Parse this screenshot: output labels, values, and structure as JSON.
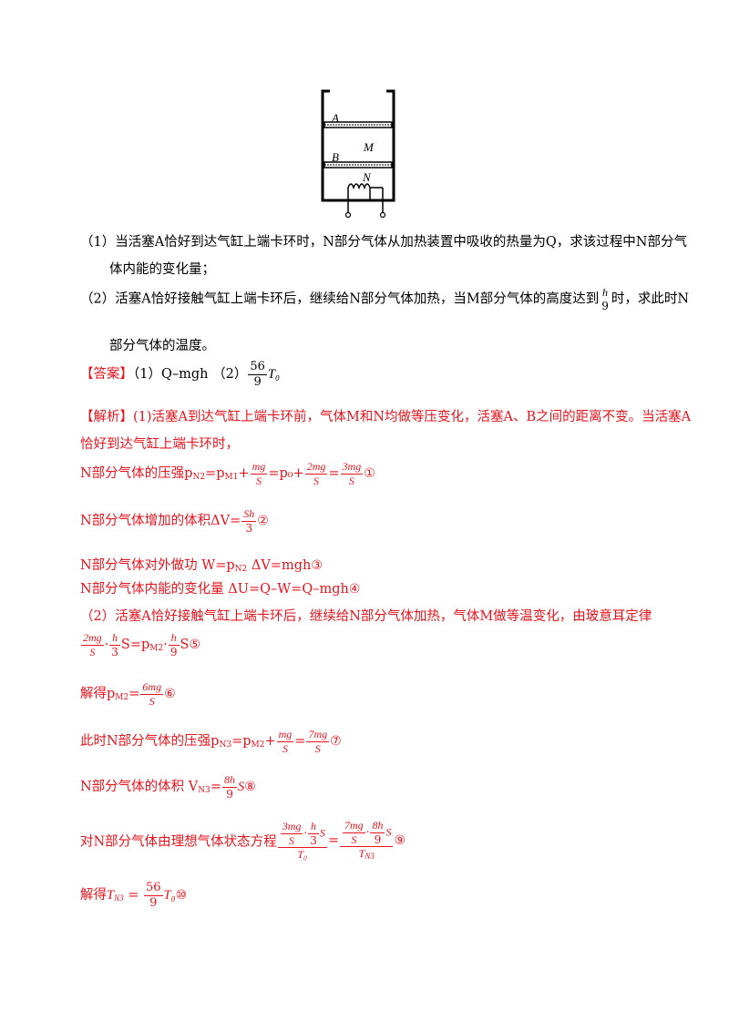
{
  "figure": {
    "label_A": "A",
    "label_M": "M",
    "label_B": "B",
    "label_N": "N"
  },
  "question": {
    "q1_line1": "（1）当活塞A恰好到达气缸上端卡环时，N部分气体从加热装置中吸收的热量为Q，求该过程中N部分气",
    "q1_line2": "体内能的变化量；",
    "q2_part1": "（2）活塞A恰好接触气缸上端卡环后，继续给N部分气体加热，当M部分气体的高度达到",
    "q2_h": "h",
    "q2_9": "9",
    "q2_part2": "时，求此时N",
    "q2_line2": "部分气体的温度。"
  },
  "answer": {
    "tag": "【答案】",
    "text1": "（1）Q–mgh （2）",
    "num": "56",
    "den": "9",
    "tail": "T₀"
  },
  "analysis": {
    "tag": "【解析】",
    "p1_line1": "(1)活塞A到达气缸上端卡环前，气体M和N均做等压变化，活塞A、B之间的距离不变。当活塞A",
    "p1_line2": "恰好到达气缸上端卡环时，",
    "eq1_text": "N部分气体的压强p",
    "eq1_sub": "N2",
    "eq1_mid": "=p",
    "eq1_sub2": "M1",
    "eq1_plus": "+",
    "eq1_f1n": "mg",
    "eq1_f1d": "S",
    "eq1_mid2": "=p₀+",
    "eq1_f2n": "2mg",
    "eq1_f2d": "S",
    "eq1_eq": "=",
    "eq1_f3n": "3mg",
    "eq1_f3d": "S",
    "eq1_c": "①",
    "eq2_text": "N部分气体增加的体积ΔV=",
    "eq2_fn": "Sh",
    "eq2_fd": "3",
    "eq2_c": "②",
    "eq3_text": "N部分气体对外做功 W=p",
    "eq3_sub": "N2",
    "eq3_tail": " ΔV=mgh",
    "eq3_c": "③",
    "eq4_text": "N部分气体内能的变化量 ΔU=Q–W=Q–mgh",
    "eq4_c": "④",
    "p2_line1": "（2）活塞A恰好接触气缸上端卡环后，继续给N部分气体加热，气体M做等温变化，由玻意耳定律",
    "eq5_f1n": "2mg",
    "eq5_f1d": "S",
    "eq5_dot": "·",
    "eq5_f2n": "h",
    "eq5_f2d": "3",
    "eq5_mid": "S=p",
    "eq5_sub": "M2",
    "eq5_dot2": "·",
    "eq5_f3n": "h",
    "eq5_f3d": "9",
    "eq5_tail": "S",
    "eq5_c": "⑤",
    "eq6_text": "解得p",
    "eq6_sub": "M2",
    "eq6_eq": "=",
    "eq6_fn": "6mg",
    "eq6_fd": "S",
    "eq6_c": "⑥",
    "eq7_text": "此时N部分气体的压强p",
    "eq7_sub": "N3",
    "eq7_mid": "=p",
    "eq7_sub2": "M2",
    "eq7_plus": "+",
    "eq7_f1n": "mg",
    "eq7_f1d": "S",
    "eq7_eq": "=",
    "eq7_f2n": "7mg",
    "eq7_f2d": "S",
    "eq7_c": "⑦",
    "eq8_text": "N部分气体的体积 V",
    "eq8_sub": "N3",
    "eq8_eq": "=",
    "eq8_fn": "8h",
    "eq8_fd": "9",
    "eq8_tail": "S",
    "eq8_c": "⑧",
    "eq9_text": "对N部分气体由理想气体状态方程",
    "eq9_l1n": "3mg",
    "eq9_l1d": "S",
    "eq9_l2n": "h",
    "eq9_l2d": "3",
    "eq9_lS": "S",
    "eq9_ld": "T₀",
    "eq9_eq": "=",
    "eq9_r1n": "7mg",
    "eq9_r1d": "S",
    "eq9_r2n": "8h",
    "eq9_r2d": "9",
    "eq9_rS": "S",
    "eq9_rd": "T",
    "eq9_rdsub": "N3",
    "eq9_c": "⑨",
    "eq10_text": "解得",
    "eq10_T": "T",
    "eq10_sub": "N3",
    "eq10_eq": " = ",
    "eq10_fn": "56",
    "eq10_fd": "9",
    "eq10_tail": "T₀",
    "eq10_c": "⑩"
  }
}
